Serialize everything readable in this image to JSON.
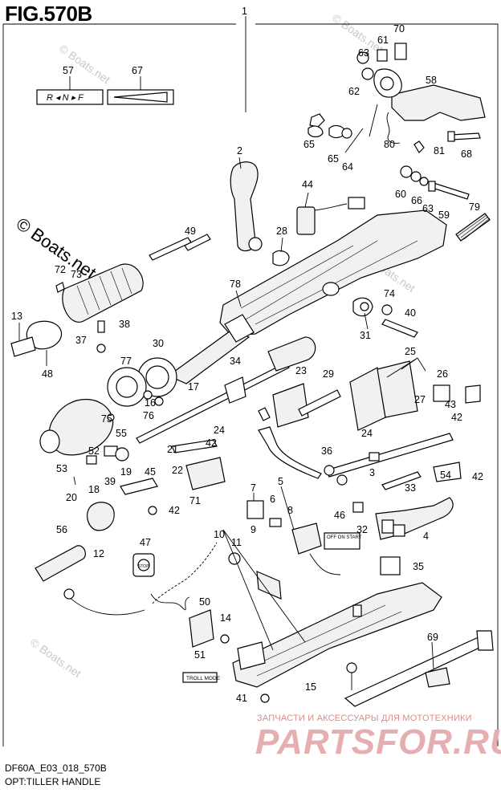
{
  "figure": {
    "title": "FIG.570B",
    "model_code": "DF60A_E03_018_570B",
    "caption": "OPT:TILLER HANDLE"
  },
  "watermarks": {
    "main": "© Boats.net",
    "small": "© Boats.net"
  },
  "promo": {
    "tagline": "ЗАПЧАСТИ И АКСЕССУАРЫ ДЛЯ МОТОТЕХНИКИ",
    "brand": "PARTSFOR.RU"
  },
  "labels": {
    "shift_decal": "R ◂ N ▸ F",
    "troll_mode": "TROLL MODE",
    "stop": "STOP",
    "off_on_start": "OFF ON START"
  },
  "callouts": [
    "1",
    "2",
    "3",
    "4",
    "5",
    "6",
    "7",
    "8",
    "9",
    "10",
    "11",
    "12",
    "13",
    "14",
    "15",
    "16",
    "17",
    "18",
    "19",
    "20",
    "21",
    "22",
    "23",
    "24",
    "24",
    "25",
    "26",
    "27",
    "28",
    "29",
    "30",
    "31",
    "32",
    "33",
    "34",
    "35",
    "36",
    "37",
    "38",
    "39",
    "40",
    "41",
    "42",
    "42",
    "42",
    "42",
    "43",
    "44",
    "45",
    "46",
    "47",
    "48",
    "49",
    "50",
    "51",
    "52",
    "53",
    "54",
    "55",
    "56",
    "57",
    "58",
    "59",
    "60",
    "61",
    "62",
    "63",
    "63",
    "64",
    "65",
    "65",
    "66",
    "67",
    "68",
    "69",
    "70",
    "71",
    "72",
    "73",
    "74",
    "75",
    "76",
    "77",
    "78",
    "79",
    "80",
    "81"
  ]
}
